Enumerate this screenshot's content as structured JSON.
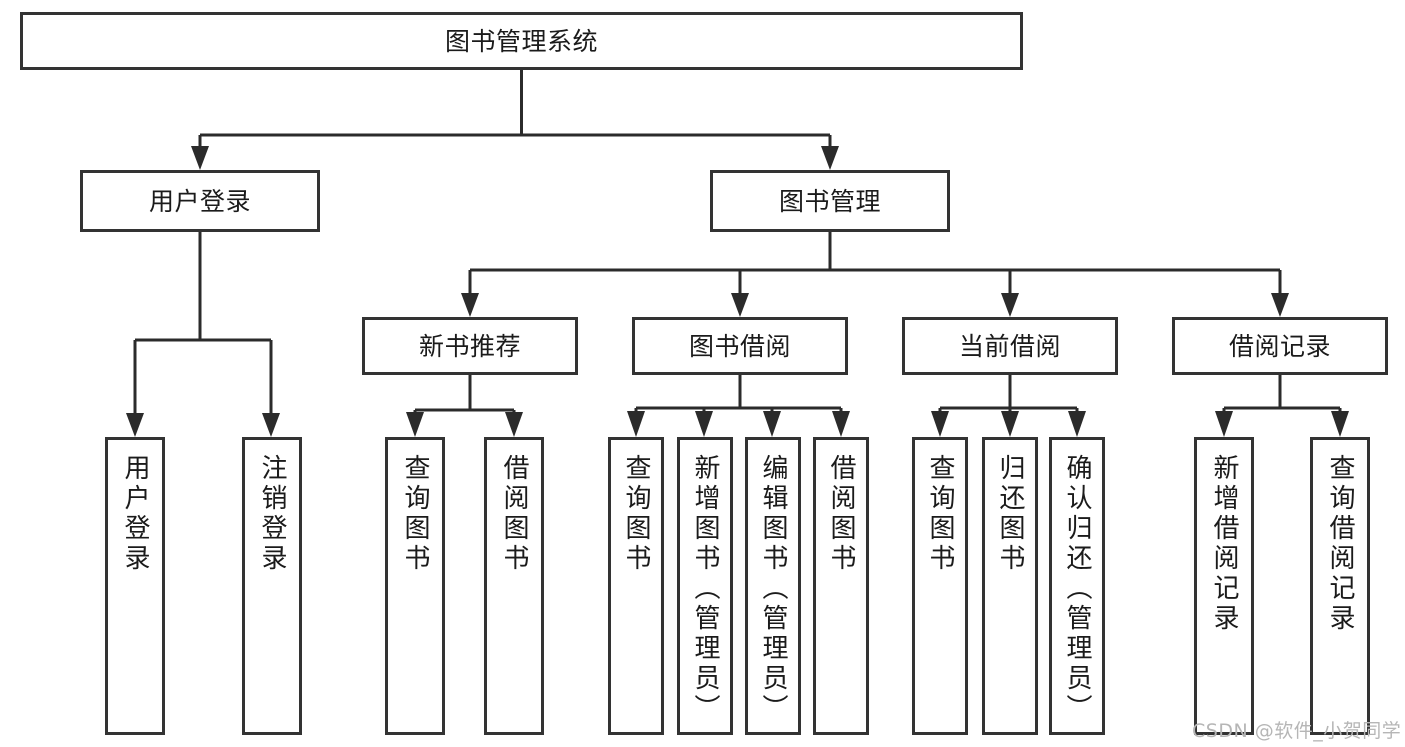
{
  "diagram": {
    "type": "hierarchy-tree",
    "title": "图书管理系统",
    "watermark": "CSDN @软件_小贺同学",
    "colors": {
      "box_border": "#333333",
      "box_fill": "#ffffff",
      "connector": "#2b2b2b",
      "text": "#1b1b1b",
      "watermark": "#b6b6b6",
      "background": "#ffffff"
    },
    "levels": {
      "root": {
        "id": "root",
        "label": "图书管理系统"
      },
      "level2": [
        {
          "id": "user-login",
          "label": "用户登录"
        },
        {
          "id": "book-management",
          "label": "图书管理"
        }
      ],
      "level3": [
        {
          "id": "new-book-recommend",
          "label": "新书推荐"
        },
        {
          "id": "book-borrow",
          "label": "图书借阅"
        },
        {
          "id": "current-borrow",
          "label": "当前借阅"
        },
        {
          "id": "borrow-record",
          "label": "借阅记录"
        }
      ],
      "leaves": {
        "user-login": [
          {
            "id": "leaf-user-login",
            "label": "用户登录"
          },
          {
            "id": "leaf-logout-login",
            "label": "注销登录"
          }
        ],
        "new-book-recommend": [
          {
            "id": "leaf-query-book-1",
            "label": "查询图书"
          },
          {
            "id": "leaf-borrow-book-1",
            "label": "借阅图书"
          }
        ],
        "book-borrow": [
          {
            "id": "leaf-query-book-2",
            "label": "查询图书"
          },
          {
            "id": "leaf-add-book-admin",
            "label": "新增图书（管理员）"
          },
          {
            "id": "leaf-edit-book-admin",
            "label": "编辑图书（管理员）"
          },
          {
            "id": "leaf-borrow-book-2",
            "label": "借阅图书"
          }
        ],
        "current-borrow": [
          {
            "id": "leaf-query-book-3",
            "label": "查询图书"
          },
          {
            "id": "leaf-return-book",
            "label": "归还图书"
          },
          {
            "id": "leaf-confirm-return-admin",
            "label": "确认归还（管理员）"
          }
        ],
        "borrow-record": [
          {
            "id": "leaf-add-borrow-record",
            "label": "新增借阅记录"
          },
          {
            "id": "leaf-query-borrow-record",
            "label": "查询借阅记录"
          }
        ]
      }
    }
  }
}
